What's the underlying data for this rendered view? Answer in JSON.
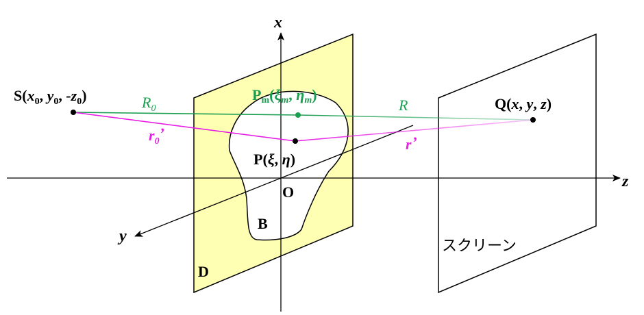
{
  "colors": {
    "aperture_fill": "#ffffb3",
    "green": "#1a9e4f",
    "magenta": "#e61ee6",
    "black": "#000000"
  },
  "labels": {
    "axis_x": "x",
    "axis_y": "y",
    "axis_z": "z",
    "origin": "O",
    "plane_D": "D",
    "aperture_B": "B",
    "screen": "スクリーン",
    "R0_main": "R",
    "R0_sub": "0",
    "R": "R",
    "r0_main": "r",
    "r0_sub": "0",
    "r0_prime": "’",
    "r_main": "r",
    "r_prime": "’",
    "S": {
      "head": "S(",
      "x": "x",
      "x_sub": "0",
      "sep1": ", ",
      "y": "y",
      "y_sub": "0",
      "sep2": ", ",
      "z": "-z",
      "z_sub": "0",
      "tail": ")"
    },
    "Q": {
      "head": "Q(",
      "x": "x",
      "sep1": ", ",
      "y": "y",
      "sep2": ", ",
      "z": "z",
      "tail": ")"
    },
    "P": {
      "head": "P(",
      "xi": "ξ",
      "sep": ", ",
      "eta": "η",
      "tail": ")"
    },
    "Pm": {
      "head": "P",
      "sub": "m",
      "open": "(",
      "xi": "ξ",
      "xi_sub": "m",
      "sep": ", ",
      "eta": "η",
      "eta_sub": "m",
      "tail": ")"
    }
  }
}
